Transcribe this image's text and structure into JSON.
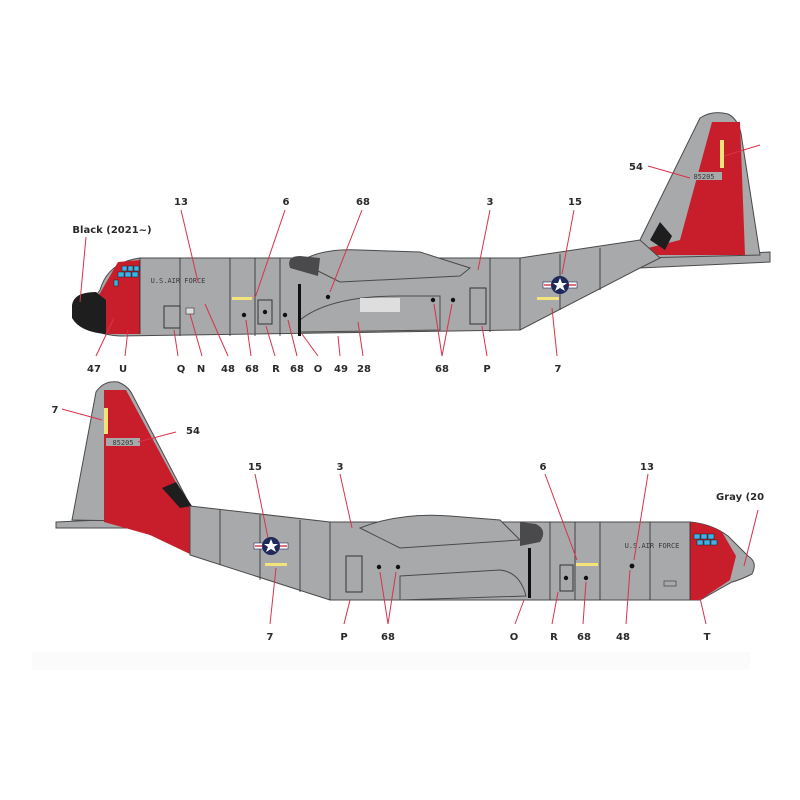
{
  "colors": {
    "fuselage_gray": "#a8a9ab",
    "marking_red": "#c81e2b",
    "radome_black": "#1e1e1e",
    "cockpit_glass": "#3ab4e8",
    "stripe_yellow": "#f4e37a",
    "leader_line": "#d8334a",
    "roundel_blue": "#1f2a5a"
  },
  "top_view": {
    "side": "left",
    "nose_note": "Black (2021~)",
    "fuselage_text": "U.S.AIR FORCE",
    "tail_serial": "85205",
    "callouts_top": [
      "13",
      "6",
      "68",
      "3",
      "15",
      "54"
    ],
    "callouts_bottom": [
      "47",
      "U",
      "Q",
      "N",
      "48",
      "68",
      "R",
      "68",
      "O",
      "49",
      "28",
      "68",
      "P",
      "7"
    ]
  },
  "bottom_view": {
    "side": "right",
    "nose_note": "Gray (20",
    "fuselage_text": "U.S.AIR FORCE",
    "tail_serial": "85205",
    "callouts_top": [
      "7",
      "54",
      "15",
      "3",
      "6",
      "13"
    ],
    "callouts_bottom": [
      "7",
      "P",
      "68",
      "O",
      "R",
      "68",
      "48",
      "T"
    ]
  }
}
